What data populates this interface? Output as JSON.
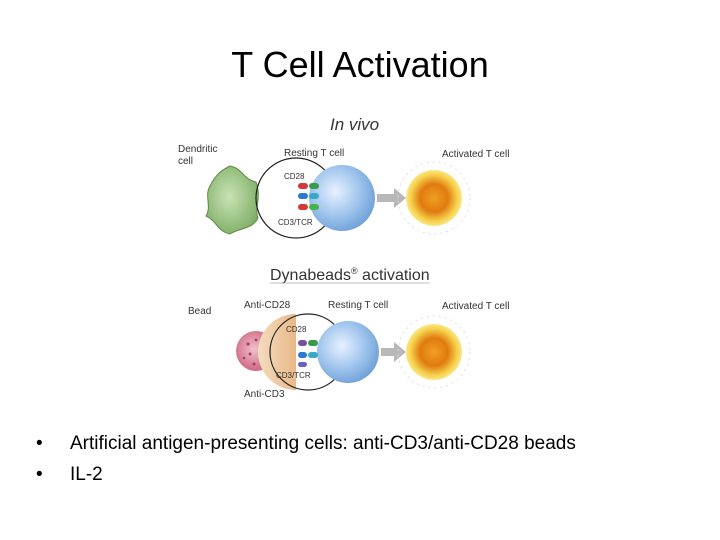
{
  "slide": {
    "title": "T Cell Activation",
    "bullet_glyph": "•",
    "bullets": [
      "Artificial antigen-presenting cells: anti-CD3/anti-CD28 beads",
      "IL-2"
    ]
  },
  "figure": {
    "in_vivo": {
      "heading": "In vivo",
      "dendritic_label_1": "Dendritic",
      "dendritic_label_2": "cell",
      "resting_label": "Resting T cell",
      "activated_label": "Activated T cell",
      "cd28_label": "CD28",
      "cd3_label": "CD3/TCR"
    },
    "dynabeads": {
      "heading": "Dynabeads",
      "heading_mark": "®",
      "heading_suffix": " activation",
      "bead_label": "Bead",
      "anti_cd28_label": "Anti-CD28",
      "resting_label": "Resting T cell",
      "activated_label": "Activated T cell",
      "cd28_label": "CD28",
      "cd3_label": "CD3/TCR",
      "anti_cd3_label": "Anti-CD3"
    },
    "colors": {
      "dendritic": "#8fbf78",
      "resting": "#8fb8e6",
      "activated": "#e89a1a",
      "bead": "#d9829a",
      "arrow": "#b8b8b8"
    }
  }
}
